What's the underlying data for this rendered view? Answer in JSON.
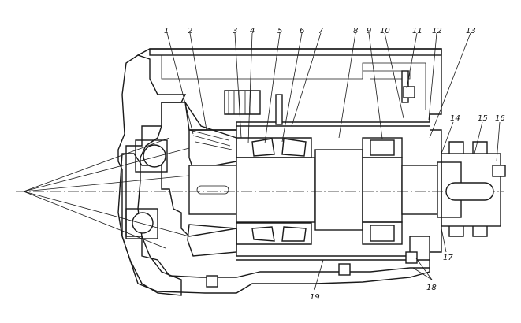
{
  "callouts": {
    "c1": "1",
    "c2": "2",
    "c3": "3",
    "c4": "4",
    "c5": "5",
    "c6": "6",
    "c7": "7",
    "c8": "8",
    "c9": "9",
    "c10": "10",
    "c11": "11",
    "c12": "12",
    "c13": "13",
    "c14": "14",
    "c15": "15",
    "c16": "16",
    "c17": "17",
    "c18": "18",
    "c19": "19"
  },
  "colors": {
    "ink": "#1a1a1a",
    "paper": "#ffffff"
  }
}
